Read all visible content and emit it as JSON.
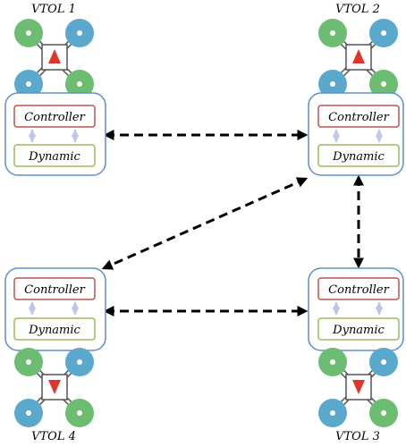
{
  "agents": [
    {
      "id": "v1",
      "label": "VTOL 1",
      "controller": "Controller",
      "dynamic": "Dynamic",
      "heading": "up"
    },
    {
      "id": "v2",
      "label": "VTOL 2",
      "controller": "Controller",
      "dynamic": "Dynamic",
      "heading": "up"
    },
    {
      "id": "v3",
      "label": "VTOL 3",
      "controller": "Controller",
      "dynamic": "Dynamic",
      "heading": "down"
    },
    {
      "id": "v4",
      "label": "VTOL 4",
      "controller": "Controller",
      "dynamic": "Dynamic",
      "heading": "down"
    }
  ],
  "links": [
    {
      "from": "VTOL 1",
      "to": "VTOL 2"
    },
    {
      "from": "VTOL 2",
      "to": "VTOL 3"
    },
    {
      "from": "VTOL 2",
      "to": "VTOL 4"
    },
    {
      "from": "VTOL 4",
      "to": "VTOL 3"
    }
  ],
  "colors": {
    "box_border": "#5b8fd0",
    "controller_border": "#c0504d",
    "dynamic_border": "#9bbb59",
    "inner_arrow": "#b8c8e6",
    "rotor_green": "#6cbd72",
    "rotor_blue": "#5aa9cc",
    "heading_marker": "#e0352b",
    "link": "#000000"
  }
}
